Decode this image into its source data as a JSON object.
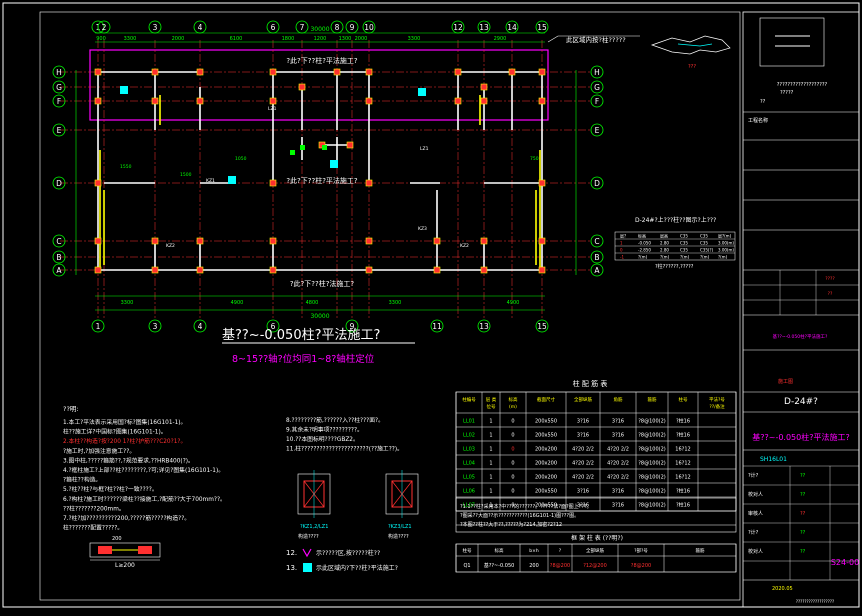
{
  "drawing": {
    "axis_top": [
      "1",
      "2",
      "3",
      "4",
      "6",
      "7",
      "8",
      "9",
      "10",
      "12",
      "13",
      "14",
      "15"
    ],
    "axis_bottom": [
      "1",
      "3",
      "4",
      "6",
      "9",
      "11",
      "13",
      "15"
    ],
    "axis_left": [
      "H",
      "G",
      "F",
      "E",
      "D",
      "C",
      "B",
      "A"
    ],
    "dims_top": [
      "900",
      "3300",
      "2000",
      "6100",
      "1800",
      "1200",
      "1300",
      "2000",
      "3300",
      "2900"
    ],
    "dim_overall": "30000",
    "dims_bottom": [
      "3300",
      "4900",
      "4800",
      "3300",
      "4900"
    ],
    "note_top_callout": "此区域内按?柱?????",
    "label_h_row": "?此?下??柱?平法施工?",
    "label_d_row": "?此?下??柱?平法施工?",
    "label_bottom": "?此?下??柱?法施工?",
    "col_labels": [
      "KZ1",
      "KZ2",
      "KZ3",
      "LZ1"
    ],
    "dim_small": [
      "1500",
      "1550",
      "1050",
      "750"
    ]
  },
  "titles": {
    "main": "基??~-0.050柱?平法施工?",
    "sub": "8~15??轴?位均同1~8?轴柱定位"
  },
  "side_table": {
    "title": "D-24#?上???柱??图示?上???",
    "header": [
      "层?",
      "标高",
      "层高",
      "C35",
      "C35",
      "层?(m)"
    ],
    "rows": [
      [
        "1",
        "-0.050",
        "2.80",
        "C35",
        "C35",
        "3.00(m)"
      ],
      [
        "0",
        "-2.850",
        "2.80",
        "C35",
        "C35(?)",
        "3.00(m)"
      ],
      [
        "-1",
        "?(m)",
        "?(m)",
        "?(m)",
        "?(m)",
        "?(m)"
      ]
    ],
    "foot": "?柱??????,?????"
  },
  "notes": {
    "heading": "??明:",
    "lines": [
      "1.本工?平法表示采用国?标?图集(16G101-1)。",
      "  柱??施工详?中国标?图集(16G101-1)。",
      "2.本柱??构造?按?200 1?柱?护筋???C20?1?。",
      "  ?施工时,?加强注意施工??。",
      "3.图中柱,?????箍筋??,?规范要求,??HRB400(?)。",
      "4.?框柱施工?上部??柱????????,?可;详见?图集(16G101-1)。",
      "  ?箍柱??构造。",
      "5.?柱??柱?与框?柱??柱?一致????。",
      "6.?构柱?施工时??????梁柱??接施工,?配筋??大于700mm??。",
      "  ??柱???????200mm。",
      "7.?柱?加??????????200,?????筋?????构造??。",
      "  柱???????配置?????。"
    ],
    "lines_right": [
      "8.????????筋,??????入??柱???面?。",
      "9.其余未?明事项?????????。",
      "10.??本图标明????GBZ2。",
      "11.柱??????????????????????(??施工??)。"
    ],
    "legend": [
      {
        "no": "12.",
        "text": "示?????区,按?????柱??"
      },
      {
        "no": "13.",
        "text": "示此区域内?下??柱?平法施工?"
      }
    ],
    "detail_label_1": "?KZ1,2/LZ1",
    "detail_label_2": "?KZ3/LZ1",
    "detail_caption": "构造????",
    "dim_l": "L≥200",
    "dim_text": "200"
  },
  "column_table": {
    "title": "柱 配 筋 表",
    "headers": [
      "柱编号",
      "层 类\n位号",
      "标高\n(m)",
      "截面尺寸",
      "全部纵筋",
      "角筋",
      "箍筋",
      "柱号",
      "平法?号\n??/备注"
    ],
    "rows": [
      [
        "LL01",
        "1",
        "0",
        "200x550",
        "3?16",
        "3?16",
        "?8@100(2)",
        "?柱16",
        ""
      ],
      [
        "LL02",
        "1",
        "0",
        "200x550",
        "3?16",
        "3?16",
        "?8@100(2)",
        "?柱16",
        ""
      ],
      [
        "LL03",
        "1",
        "0",
        "200x200",
        "4?20 2/2",
        "4?20 2/2",
        "?8@100(2)",
        "16?12",
        ""
      ],
      [
        "LL04",
        "1",
        "0",
        "200x200",
        "4?20 2/2",
        "4?20 2/2",
        "?8@100(2)",
        "16?12",
        ""
      ],
      [
        "LL05",
        "1",
        "0",
        "200x200",
        "4?20 2/2",
        "4?20 2/2",
        "?8@100(2)",
        "16?12",
        ""
      ],
      [
        "LL06",
        "1",
        "0",
        "200x550",
        "3?16",
        "3?16",
        "?8@100(2)",
        "?柱16",
        ""
      ],
      [
        "LL07",
        "1",
        "0",
        "200x550",
        "3?16",
        "3?16",
        "?8@100(2)",
        "?柱16",
        ""
      ]
    ],
    "notes": [
      "?1.1??柱?采用本?中???的??????。?????法?面?图上???。",
      "  ?图采??大面??示???????????(16G101-1)图???图。",
      "  ?本图??柱??大于??,?????为?214,加密?2?12"
    ]
  },
  "kz_table": {
    "title": "框 架 柱 表 (??明?)",
    "headers": [
      "柱号",
      "标高",
      "b×h",
      "?",
      "全部纵筋",
      "?部?号",
      "箍筋"
    ],
    "row": [
      "Q1",
      "基??~-0.050",
      "200",
      "?8@200",
      "?12@200",
      "?8@200"
    ]
  },
  "title_block": {
    "company_1": "???????????????????",
    "company_2": "?????",
    "cert": "??",
    "project": "工程名称",
    "revision_red": "????",
    "stamp_red": "??",
    "project_name": "D-24#?",
    "sheet_title": "基??~-0.050柱?平法施工?",
    "drawing_no": "S24-00",
    "stage": "施工图",
    "sheet_code": "SH16L01",
    "date": "2020.05",
    "design_row": "?计?",
    "check_row": "校对人",
    "approve_row": "审核人",
    "keyplan_label": "???",
    "footer": "??????????????????",
    "project_no": "??"
  }
}
